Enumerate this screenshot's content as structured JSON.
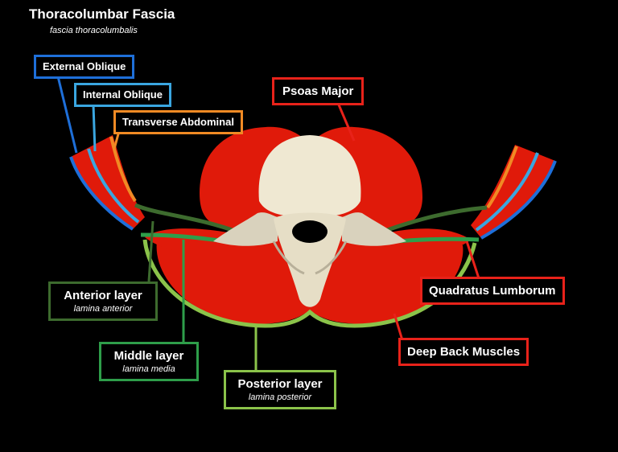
{
  "title": "Thoracolumbar Fascia",
  "subtitle": "fascia thoracolumbalis",
  "labels": {
    "external_oblique": "External Oblique",
    "internal_oblique": "Internal Oblique",
    "transverse_abdominal": "Transverse Abdominal",
    "psoas_major": "Psoas Major",
    "quadratus_lumborum": "Quadratus Lumborum",
    "deep_back_muscles": "Deep Back Muscles",
    "anterior_layer": "Anterior layer",
    "anterior_layer_latin": "lamina anterior",
    "middle_layer": "Middle layer",
    "middle_layer_latin": "lamina media",
    "posterior_layer": "Posterior layer",
    "posterior_layer_latin": "lamina posterior"
  },
  "colors": {
    "external_oblique": "#1e6fd9",
    "internal_oblique": "#3aa6e0",
    "transverse_abdominal": "#f08a24",
    "muscle_red": "#e01a0a",
    "callout_red": "#e8221a",
    "anterior_layer": "#3d6b2e",
    "middle_layer": "#2e9e4a",
    "posterior_layer": "#8bc34a",
    "bone": "#efe8d2"
  }
}
